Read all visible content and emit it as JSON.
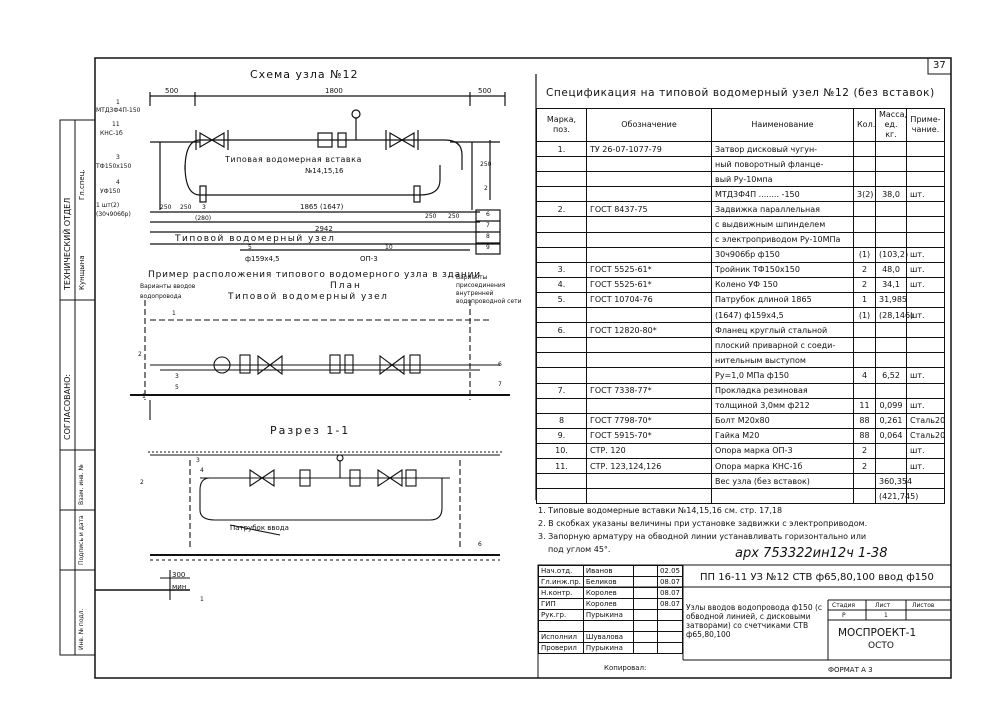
{
  "sheet": {
    "page_number": "37",
    "format": "ФОРМАТ А 3",
    "copied": "Копировал:",
    "archive": "арх 753322ин12ч 1-38"
  },
  "left_strip": {
    "dept": "ТЕХНИЧЕСКИЙ ОТДЕЛ",
    "rows": [
      "Гл.спец.",
      "Кунщына"
    ],
    "agreed": "СОГЛАСОВАНО:",
    "labels": [
      "Взам. инв. №",
      "Подпись и дата",
      "Инв. № подл."
    ]
  },
  "scheme": {
    "title": "Схема узла №12",
    "dims_top": [
      "500",
      "1800",
      "500"
    ],
    "labels_left": [
      "1",
      "МТД3Ф4П-150",
      "11",
      "КНС-1б",
      "3",
      "ТФ150х150",
      "4",
      "УФ150",
      "1 шт(2)",
      "(30ч906бр)"
    ],
    "insert_label": "Типовая водомерная вставка",
    "insert_no": "№14,15,16",
    "dim_mid": "1865 (1647)",
    "dim_small": [
      "250",
      "250",
      "3",
      "(280)",
      "250",
      "250"
    ],
    "dim_total": "2942",
    "node_label": "Типовой водомерный узел",
    "pipe_label": "ф159х4,5",
    "opt": "ОП-3",
    "marks": [
      "5",
      "10",
      "6",
      "7",
      "8",
      "9",
      "2",
      "250"
    ]
  },
  "plan": {
    "title": "Пример расположения типового водомерного узла в здании",
    "subtitle": "План",
    "left_note": "Варианты вводов водопровода",
    "right_note": "Варианты присоединения внутренней водопроводной сети",
    "node_label": "Типовой водомерный узел",
    "marks": [
      "1",
      "2",
      "3",
      "5",
      "6",
      "7"
    ],
    "arrow": "1"
  },
  "section": {
    "title": "Разрез 1-1",
    "pipe_note": "Патрубок ввода",
    "dim": "300",
    "unit": "мин",
    "marks": [
      "3",
      "4",
      "2",
      "6",
      "1"
    ]
  },
  "spec": {
    "title": "Спецификация на типовой водомерный узел №12 (без вставок)",
    "headers": [
      "Марка, поз.",
      "Обозначение",
      "Наименование",
      "Кол.",
      "Масса, ед. кг.",
      "Приме-чание."
    ],
    "rows": [
      [
        "1.",
        "ТУ 26-07-1077-79",
        "Затвор дисковый чугун-",
        "",
        "",
        ""
      ],
      [
        "",
        "",
        "ный поворотный фланце-",
        "",
        "",
        ""
      ],
      [
        "",
        "",
        "вый        Ру-10мпа",
        "",
        "",
        ""
      ],
      [
        "",
        "",
        "МТД3Ф4П ........ -150",
        "3(2)",
        "38,0",
        "шт."
      ],
      [
        "2.",
        "ГОСТ 8437-75",
        "Задвижка параллельная",
        "",
        "",
        ""
      ],
      [
        "",
        "",
        "с выдвижным шпинделем",
        "",
        "",
        ""
      ],
      [
        "",
        "",
        "с электроприводом Ру-10МПа",
        "",
        "",
        ""
      ],
      [
        "",
        "",
        "30ч906бр         ф150",
        "(1)",
        "(103,2)",
        "шт."
      ],
      [
        "3.",
        "ГОСТ 5525-61*",
        "Тройник ТФ150х150",
        "2",
        "48,0",
        "шт."
      ],
      [
        "4.",
        "ГОСТ 5525-61*",
        "Колено  УФ 150",
        "2",
        "34,1",
        "шт."
      ],
      [
        "5.",
        "ГОСТ 10704-76",
        "Патрубок длиной 1865",
        "1",
        "31,985",
        ""
      ],
      [
        "",
        "",
        "(1647)    ф159х4,5",
        "(1)",
        "(28,146)",
        "шт."
      ],
      [
        "6.",
        "ГОСТ 12820-80*",
        "Фланец круглый стальной",
        "",
        "",
        ""
      ],
      [
        "",
        "",
        "плоский приварной с соеди-",
        "",
        "",
        ""
      ],
      [
        "",
        "",
        "нительным выступом",
        "",
        "",
        ""
      ],
      [
        "",
        "",
        "Ру=1,0 МПа       ф150",
        "4",
        "6,52",
        "шт."
      ],
      [
        "7.",
        "ГОСТ 7338-77*",
        "Прокладка резиновая",
        "",
        "",
        ""
      ],
      [
        "",
        "",
        "толщиной 3,0мм  ф212",
        "11",
        "0,099",
        "шт."
      ],
      [
        "8",
        "ГОСТ 7798-70*",
        "Болт М20х80",
        "88",
        "0,261",
        "Сталь20"
      ],
      [
        "9.",
        "ГОСТ 5915-70*",
        "Гайка М20",
        "88",
        "0,064",
        "Сталь20"
      ],
      [
        "10.",
        "СТР. 120",
        "Опора марка ОП-3",
        "2",
        "",
        "шт."
      ],
      [
        "11.",
        "СТР. 123,124,126",
        "Опора марка КНС-1б",
        "2",
        "",
        "шт."
      ],
      [
        "",
        "",
        "Вес узла (без вставок)",
        "",
        "360,354",
        ""
      ],
      [
        "",
        "",
        "",
        "",
        "(421,745)",
        ""
      ]
    ]
  },
  "notes": [
    "1. Типовые водомерные вставки №14,15,16 см. стр. 17,18",
    "2. В скобках указаны величины при установке задвижки с электроприводом.",
    "3. Запорную арматуру на обводной линии устанавливать горизонтально или",
    "под углом 45°."
  ],
  "title_block": {
    "code": "ПП 16-11   УЗ №12  СТВ ф65,80,100 ввод ф150",
    "roles": [
      [
        "Нач.отд.",
        "Иванов"
      ],
      [
        "Гл.инж.пр.",
        "Беликов"
      ],
      [
        "Н.контр.",
        "Королев"
      ],
      [
        "ГИП",
        "Королев"
      ],
      [
        "Рук.гр.",
        "Пурыкина"
      ],
      [
        "",
        ""
      ],
      [
        "Исполнил",
        "Шувалова"
      ],
      [
        "Проверил",
        "Пурыкина"
      ]
    ],
    "dates": [
      "02.05",
      "08.07",
      "08.07",
      "08.07"
    ],
    "description": "Узлы вводов водопровода ф150 (с обводной линией, с дисковыми затворами) со счетчиками СТВ ф65,80,100",
    "stage_headers": [
      "Стадия",
      "Лист",
      "Листов"
    ],
    "stage_values": [
      "Р",
      "1",
      ""
    ],
    "org": "МОСПРОЕКТ-1",
    "org2": "ОСТО"
  }
}
